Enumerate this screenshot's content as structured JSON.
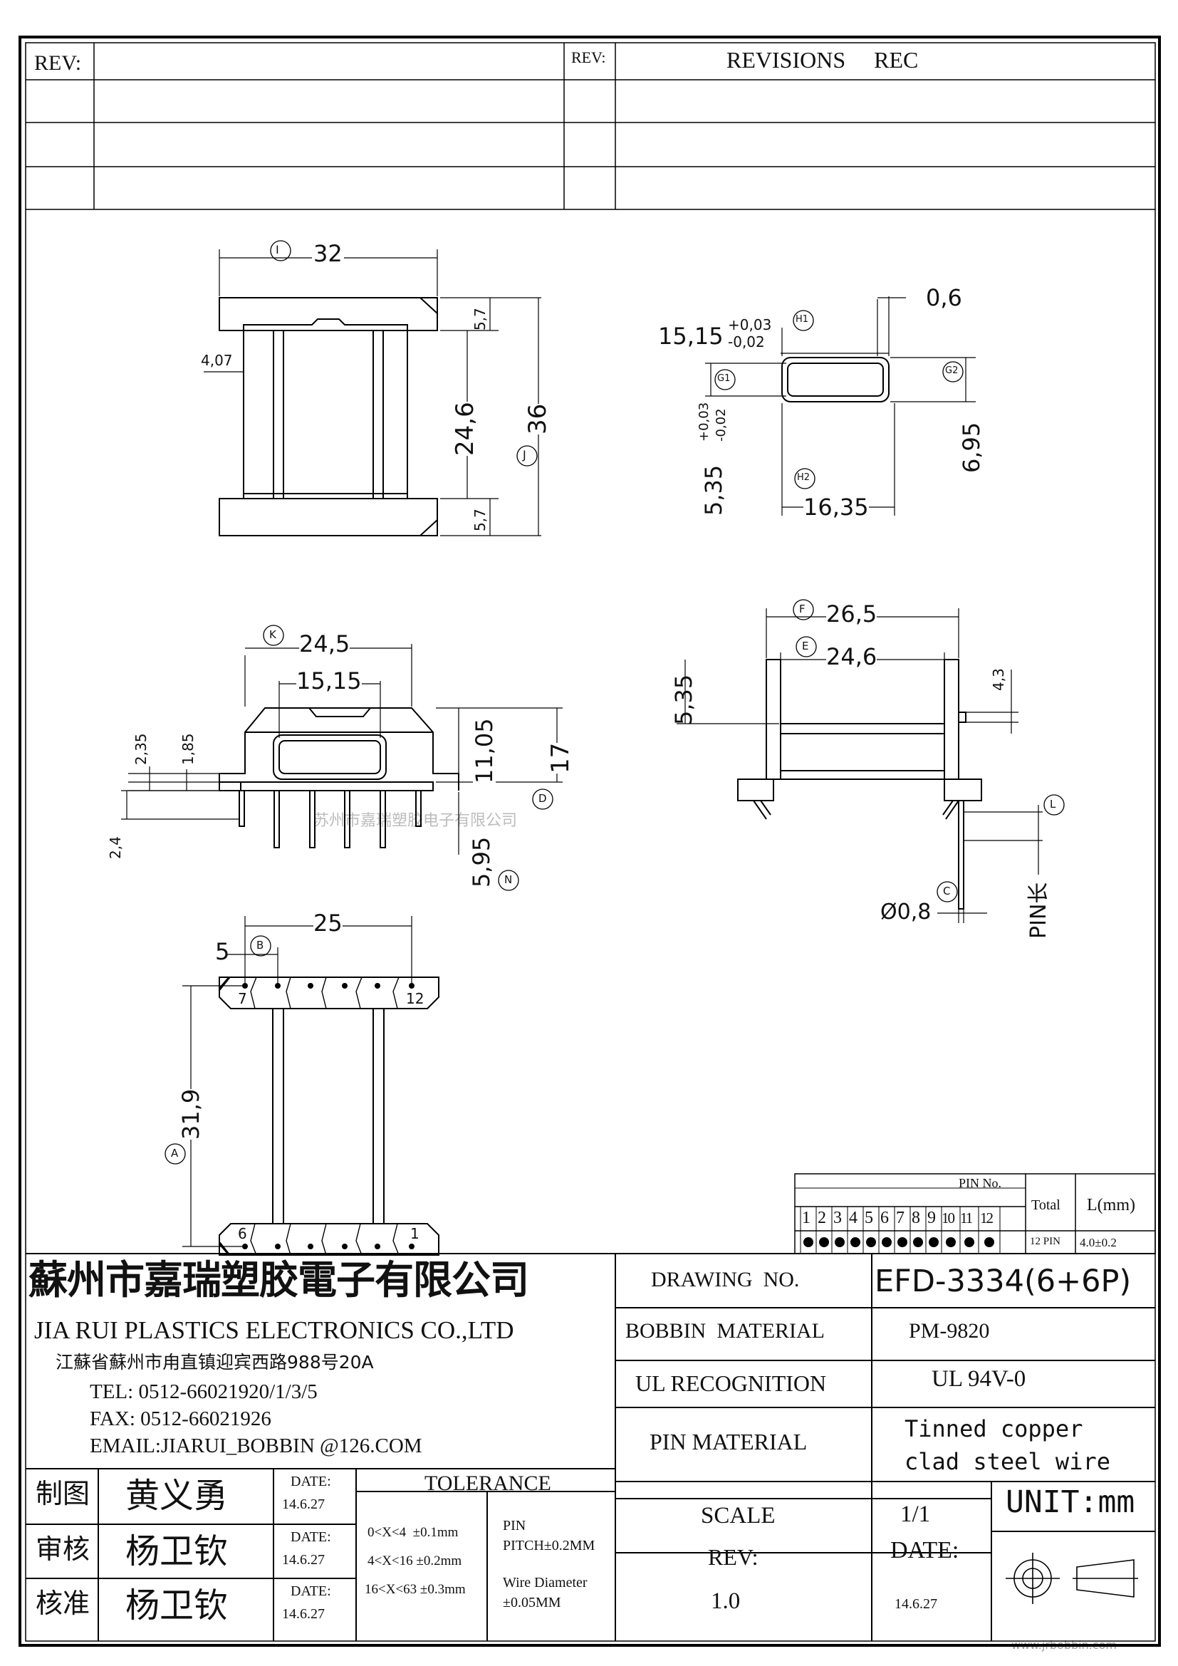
{
  "revision_block": {
    "rev_label_left": "REV:",
    "rev_label_right": "REV:",
    "header_right": "REVISIONS     REC"
  },
  "dimensions": {
    "top_view": {
      "circle_I": "I",
      "width": "32",
      "flange_top": "5,7",
      "left_offset": "4,07",
      "inner": "24,6",
      "total": "36",
      "circle_J": "J",
      "flange_bottom": "5,7"
    },
    "window_view": {
      "circle_H1": "H1",
      "h1": "15,15",
      "h1_tol_plus": "+0,03",
      "h1_tol_minus": "-0,02",
      "wall": "0,6",
      "circle_G1": "G1",
      "circle_G2": "G2",
      "g": "5,35",
      "g_tol_plus": "+0,03",
      "g_tol_minus": "-0,02",
      "outer_h": "6,95",
      "circle_H2": "H2",
      "outer_w": "16,35"
    },
    "front_view": {
      "circle_K": "K",
      "k": "24,5",
      "inner": "15,15",
      "d1": "2,35",
      "d2": "1,85",
      "d3": "11,05",
      "d4": "17",
      "circle_D": "D",
      "d5": "2,4",
      "d6": "5,95",
      "circle_N": "N"
    },
    "side_view": {
      "circle_F": "F",
      "f": "26,5",
      "circle_E": "E",
      "e": "24,6",
      "h": "5,35",
      "pin_h": "4,3",
      "circle_L": "L",
      "circle_C": "C",
      "pin_dia": "Ø0,8",
      "pin_len": "PIN长"
    },
    "bottom_view": {
      "pitch": "25",
      "circle_B": "B",
      "b": "5",
      "height": "31,9",
      "circle_A": "A",
      "pin7": "7",
      "pin12": "12",
      "pin6": "6",
      "pin1": "1"
    }
  },
  "pin_table": {
    "header": "PIN No.",
    "pins": [
      "1",
      "2",
      "3",
      "4",
      "5",
      "6",
      "7",
      "8",
      "9",
      "10",
      "11",
      "12"
    ],
    "total_label": "Total",
    "l_label": "L(mm)",
    "total_value": "12 PIN",
    "l_value": "4.0±0.2"
  },
  "company": {
    "name_cn": "蘇州市嘉瑞塑胶電子有限公司",
    "name_en": "JIA RUI PLASTICS ELECTRONICS CO.,LTD",
    "address": "江蘇省蘇州市甪直镇迎宾西路988号20A",
    "tel": "TEL: 0512-66021920/1/3/5",
    "fax": "FAX: 0512-66021926",
    "email": "EMAIL:JIARUI_BOBBIN @126.COM"
  },
  "spec": {
    "drawing_no_label": "DRAWING  NO.",
    "drawing_no": "EFD-3334(6+6P)",
    "bobbin_material_label": "BOBBIN  MATERIAL",
    "bobbin_material": "PM-9820",
    "ul_label": "UL RECOGNITION",
    "ul_value": "UL 94V-0",
    "pin_material_label": "PIN MATERIAL",
    "pin_material_1": "Tinned copper",
    "pin_material_2": "clad steel wire",
    "scale_label": "SCALE",
    "scale": "1/1",
    "unit": "UNIT:mm",
    "rev_label": "REV:",
    "rev": "1.0",
    "date_label": "DATE:",
    "date": "14.6.27"
  },
  "signoff": [
    {
      "role": "制图",
      "name": "黄义勇",
      "date_label": "DATE:",
      "date": "14.6.27"
    },
    {
      "role": "审核",
      "name": "杨卫钦",
      "date_label": "DATE:",
      "date": "14.6.27"
    },
    {
      "role": "核准",
      "name": "杨卫钦",
      "date_label": "DATE:",
      "date": "14.6.27"
    }
  ],
  "tolerance": {
    "title": "TOLERANCE",
    "rows": [
      "0<X<4  ±0.1mm",
      "4<X<16 ±0.2mm",
      "16<X<63 ±0.3mm"
    ],
    "pin_pitch_1": "PIN",
    "pin_pitch_2": "PITCH±0.2MM",
    "wire_1": "Wire Diameter",
    "wire_2": "±0.05MM"
  },
  "watermark": {
    "center": "苏州市嘉瑞塑胶电子有限公司",
    "footer": "www.jrbobbin.com"
  }
}
